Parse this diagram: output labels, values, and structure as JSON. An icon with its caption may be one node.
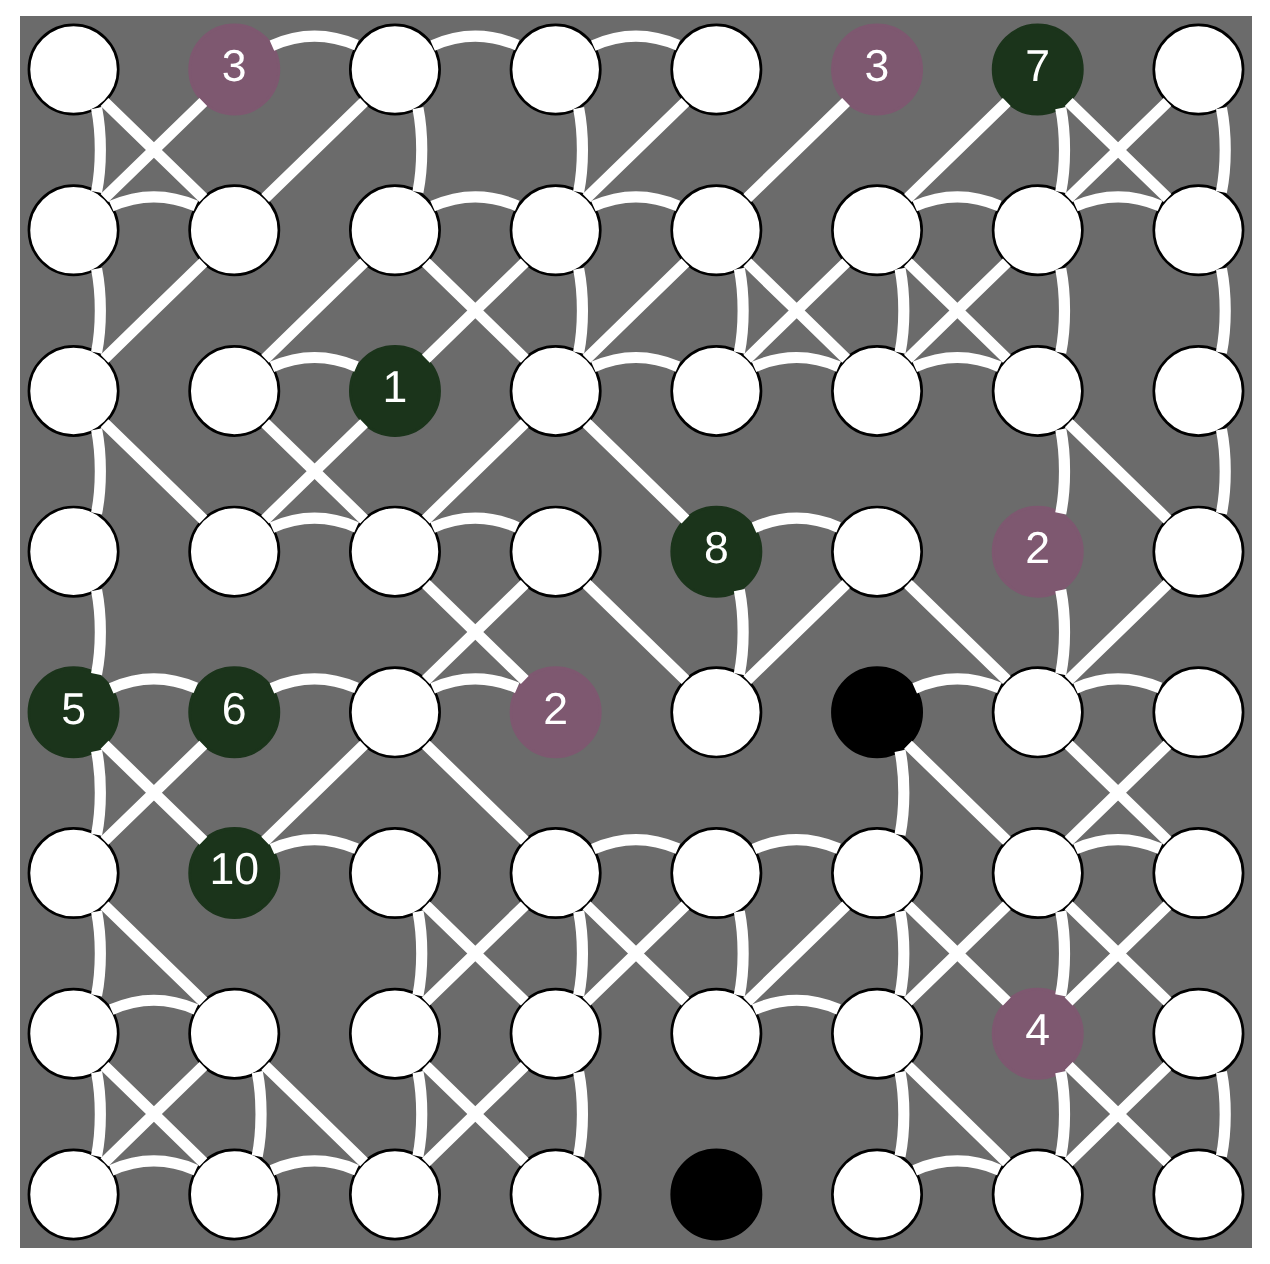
{
  "diagram": {
    "nodes": [
      {
        "text": [],
        "shape": "circle"
      },
      {
        "text": [
          "3"
        ]
      },
      {
        "text": [],
        "shape": "circle"
      },
      {
        "text": [],
        "shape": "circle"
      },
      {
        "text": [],
        "shape": "circle"
      },
      {
        "text": [
          "3"
        ]
      },
      {
        "text": [
          "7"
        ]
      },
      {
        "text": [],
        "shape": "circle"
      },
      {
        "text": [],
        "shape": "circle"
      },
      {
        "text": [],
        "shape": "circle"
      },
      {
        "text": [],
        "shape": "circle"
      },
      {
        "text": [],
        "shape": "circle"
      },
      {
        "text": [],
        "shape": "circle"
      },
      {
        "text": [],
        "shape": "circle"
      },
      {
        "text": [],
        "shape": "circle"
      },
      {
        "text": [],
        "shape": "circle"
      },
      {
        "text": [],
        "shape": "circle"
      },
      {
        "text": [],
        "shape": "circle"
      },
      {
        "text": [
          "1"
        ]
      },
      {
        "text": [],
        "shape": "circle"
      },
      {
        "text": [],
        "shape": "circle"
      },
      {
        "text": [],
        "shape": "circle"
      },
      {
        "text": [],
        "shape": "circle"
      },
      {
        "text": [],
        "shape": "circle"
      },
      {
        "text": [],
        "shape": "circle"
      },
      {
        "text": [],
        "shape": "circle"
      },
      {
        "text": [],
        "shape": "circle"
      },
      {
        "text": [],
        "shape": "circle"
      },
      {
        "text": [
          "8"
        ]
      },
      {
        "text": [],
        "shape": "circle"
      },
      {
        "text": [
          "2"
        ]
      },
      {
        "text": [],
        "shape": "circle"
      },
      {
        "text": [
          "5"
        ]
      },
      {
        "text": [
          "6"
        ]
      },
      {
        "text": [],
        "shape": "circle"
      },
      {
        "text": [
          "2"
        ]
      },
      {
        "text": [],
        "shape": "circle"
      },
      {
        "text": [],
        "shape": "circle"
      },
      {
        "text": [],
        "shape": "circle"
      },
      {
        "text": [],
        "shape": "circle"
      },
      {
        "text": [],
        "shape": "circle"
      },
      {
        "text": [
          "10"
        ]
      },
      {
        "text": [],
        "shape": "circle"
      },
      {
        "text": [],
        "shape": "circle"
      },
      {
        "text": [],
        "shape": "circle"
      },
      {
        "text": [],
        "shape": "circle"
      },
      {
        "text": [],
        "shape": "circle"
      },
      {
        "text": [],
        "shape": "circle"
      },
      {
        "text": [],
        "shape": "circle"
      },
      {
        "text": [],
        "shape": "circle"
      },
      {
        "text": [],
        "shape": "circle"
      },
      {
        "text": [],
        "shape": "circle"
      },
      {
        "text": [],
        "shape": "circle"
      },
      {
        "text": [],
        "shape": "circle"
      },
      {
        "text": [
          "4"
        ]
      },
      {
        "text": [],
        "shape": "circle"
      },
      {
        "text": [],
        "shape": "circle"
      },
      {
        "text": [],
        "shape": "circle"
      },
      {
        "text": [],
        "shape": "circle"
      },
      {
        "text": [],
        "shape": "circle"
      },
      {
        "text": [],
        "shape": "circle"
      },
      {
        "text": [],
        "shape": "circle"
      },
      {
        "text": [],
        "shape": "circle"
      },
      {
        "text": [],
        "shape": "circle"
      }
    ],
    "edges": [
      {
        "from": 0,
        "to": 8,
        "arrow": "none"
      },
      {
        "from": 0,
        "to": 9,
        "arrow": "none"
      },
      {
        "from": 1,
        "to": 2,
        "arrow": "none"
      },
      {
        "from": 1,
        "to": 8,
        "arrow": "none"
      },
      {
        "from": 2,
        "to": 3,
        "arrow": "none"
      },
      {
        "from": 2,
        "to": 10,
        "arrow": "none"
      },
      {
        "from": 2,
        "to": 9,
        "arrow": "none"
      },
      {
        "from": 3,
        "to": 4,
        "arrow": "none"
      },
      {
        "from": 3,
        "to": 11,
        "arrow": "none"
      },
      {
        "from": 4,
        "to": 11,
        "arrow": "none"
      },
      {
        "from": 5,
        "to": 12,
        "arrow": "none"
      },
      {
        "from": 6,
        "to": 13,
        "arrow": "none"
      },
      {
        "from": 6,
        "to": 14,
        "arrow": "none"
      },
      {
        "from": 6,
        "to": 15,
        "arrow": "none"
      },
      {
        "from": 7,
        "to": 14,
        "arrow": "none"
      },
      {
        "from": 7,
        "to": 15,
        "arrow": "none"
      },
      {
        "from": 8,
        "to": 9,
        "arrow": "none"
      },
      {
        "from": 8,
        "to": 16,
        "arrow": "none"
      },
      {
        "from": 9,
        "to": 16,
        "arrow": "none"
      },
      {
        "from": 10,
        "to": 11,
        "arrow": "none"
      },
      {
        "from": 10,
        "to": 17,
        "arrow": "none"
      },
      {
        "from": 10,
        "to": 19,
        "arrow": "none"
      },
      {
        "from": 11,
        "to": 12,
        "arrow": "none"
      },
      {
        "from": 11,
        "to": 18,
        "arrow": "none"
      },
      {
        "from": 11,
        "to": 19,
        "arrow": "none"
      },
      {
        "from": 12,
        "to": 19,
        "arrow": "none"
      },
      {
        "from": 12,
        "to": 20,
        "arrow": "none"
      },
      {
        "from": 12,
        "to": 21,
        "arrow": "none"
      },
      {
        "from": 13,
        "to": 14,
        "arrow": "none"
      },
      {
        "from": 13,
        "to": 20,
        "arrow": "none"
      },
      {
        "from": 13,
        "to": 21,
        "arrow": "none"
      },
      {
        "from": 13,
        "to": 22,
        "arrow": "none"
      },
      {
        "from": 14,
        "to": 15,
        "arrow": "none"
      },
      {
        "from": 14,
        "to": 21,
        "arrow": "none"
      },
      {
        "from": 14,
        "to": 22,
        "arrow": "none"
      },
      {
        "from": 15,
        "to": 23,
        "arrow": "none"
      },
      {
        "from": 16,
        "to": 24,
        "arrow": "none"
      },
      {
        "from": 16,
        "to": 25,
        "arrow": "none"
      },
      {
        "from": 17,
        "to": 18,
        "arrow": "none"
      },
      {
        "from": 17,
        "to": 26,
        "arrow": "none"
      },
      {
        "from": 18,
        "to": 25,
        "arrow": "none"
      },
      {
        "from": 19,
        "to": 20,
        "arrow": "none"
      },
      {
        "from": 19,
        "to": 26,
        "arrow": "none"
      },
      {
        "from": 19,
        "to": 28,
        "arrow": "none"
      },
      {
        "from": 20,
        "to": 21,
        "arrow": "none"
      },
      {
        "from": 21,
        "to": 22,
        "arrow": "none"
      },
      {
        "from": 22,
        "to": 30,
        "arrow": "none"
      },
      {
        "from": 22,
        "to": 31,
        "arrow": "none"
      },
      {
        "from": 23,
        "to": 31,
        "arrow": "none"
      },
      {
        "from": 24,
        "to": 32,
        "arrow": "none"
      },
      {
        "from": 25,
        "to": 26,
        "arrow": "none"
      },
      {
        "from": 26,
        "to": 27,
        "arrow": "none"
      },
      {
        "from": 26,
        "to": 35,
        "arrow": "none"
      },
      {
        "from": 27,
        "to": 34,
        "arrow": "none"
      },
      {
        "from": 27,
        "to": 36,
        "arrow": "none"
      },
      {
        "from": 28,
        "to": 29,
        "arrow": "none"
      },
      {
        "from": 28,
        "to": 36,
        "arrow": "none"
      },
      {
        "from": 29,
        "to": 36,
        "arrow": "none"
      },
      {
        "from": 29,
        "to": 38,
        "arrow": "none"
      },
      {
        "from": 30,
        "to": 38,
        "arrow": "none"
      },
      {
        "from": 31,
        "to": 38,
        "arrow": "none"
      },
      {
        "from": 32,
        "to": 33,
        "arrow": "none"
      },
      {
        "from": 32,
        "to": 40,
        "arrow": "none"
      },
      {
        "from": 32,
        "to": 41,
        "arrow": "none"
      },
      {
        "from": 33,
        "to": 34,
        "arrow": "none"
      },
      {
        "from": 33,
        "to": 40,
        "arrow": "none"
      },
      {
        "from": 34,
        "to": 35,
        "arrow": "none"
      },
      {
        "from": 34,
        "to": 41,
        "arrow": "none"
      },
      {
        "from": 34,
        "to": 43,
        "arrow": "none"
      },
      {
        "from": 37,
        "to": 38,
        "arrow": "none"
      },
      {
        "from": 37,
        "to": 45,
        "arrow": "none"
      },
      {
        "from": 37,
        "to": 46,
        "arrow": "none"
      },
      {
        "from": 38,
        "to": 39,
        "arrow": "none"
      },
      {
        "from": 38,
        "to": 47,
        "arrow": "none"
      },
      {
        "from": 39,
        "to": 46,
        "arrow": "none"
      },
      {
        "from": 40,
        "to": 48,
        "arrow": "none"
      },
      {
        "from": 40,
        "to": 49,
        "arrow": "none"
      },
      {
        "from": 41,
        "to": 42,
        "arrow": "none"
      },
      {
        "from": 42,
        "to": 50,
        "arrow": "none"
      },
      {
        "from": 42,
        "to": 51,
        "arrow": "none"
      },
      {
        "from": 43,
        "to": 44,
        "arrow": "none"
      },
      {
        "from": 43,
        "to": 50,
        "arrow": "none"
      },
      {
        "from": 43,
        "to": 51,
        "arrow": "none"
      },
      {
        "from": 43,
        "to": 52,
        "arrow": "none"
      },
      {
        "from": 44,
        "to": 45,
        "arrow": "none"
      },
      {
        "from": 44,
        "to": 51,
        "arrow": "none"
      },
      {
        "from": 44,
        "to": 52,
        "arrow": "none"
      },
      {
        "from": 45,
        "to": 52,
        "arrow": "none"
      },
      {
        "from": 45,
        "to": 53,
        "arrow": "none"
      },
      {
        "from": 45,
        "to": 54,
        "arrow": "none"
      },
      {
        "from": 46,
        "to": 47,
        "arrow": "none"
      },
      {
        "from": 46,
        "to": 53,
        "arrow": "none"
      },
      {
        "from": 46,
        "to": 54,
        "arrow": "none"
      },
      {
        "from": 46,
        "to": 55,
        "arrow": "none"
      },
      {
        "from": 47,
        "to": 54,
        "arrow": "none"
      },
      {
        "from": 48,
        "to": 49,
        "arrow": "none"
      },
      {
        "from": 48,
        "to": 56,
        "arrow": "none"
      },
      {
        "from": 48,
        "to": 57,
        "arrow": "none"
      },
      {
        "from": 49,
        "to": 56,
        "arrow": "none"
      },
      {
        "from": 49,
        "to": 57,
        "arrow": "none"
      },
      {
        "from": 49,
        "to": 58,
        "arrow": "none"
      },
      {
        "from": 50,
        "to": 58,
        "arrow": "none"
      },
      {
        "from": 50,
        "to": 59,
        "arrow": "none"
      },
      {
        "from": 51,
        "to": 58,
        "arrow": "none"
      },
      {
        "from": 51,
        "to": 59,
        "arrow": "none"
      },
      {
        "from": 52,
        "to": 53,
        "arrow": "none"
      },
      {
        "from": 53,
        "to": 61,
        "arrow": "none"
      },
      {
        "from": 53,
        "to": 62,
        "arrow": "none"
      },
      {
        "from": 54,
        "to": 62,
        "arrow": "none"
      },
      {
        "from": 54,
        "to": 63,
        "arrow": "none"
      },
      {
        "from": 55,
        "to": 62,
        "arrow": "none"
      },
      {
        "from": 55,
        "to": 63,
        "arrow": "none"
      },
      {
        "from": 56,
        "to": 57,
        "arrow": "none"
      },
      {
        "from": 57,
        "to": 58,
        "arrow": "none"
      },
      {
        "from": 61,
        "to": 62,
        "arrow": "none"
      }
    ]
  }
}
